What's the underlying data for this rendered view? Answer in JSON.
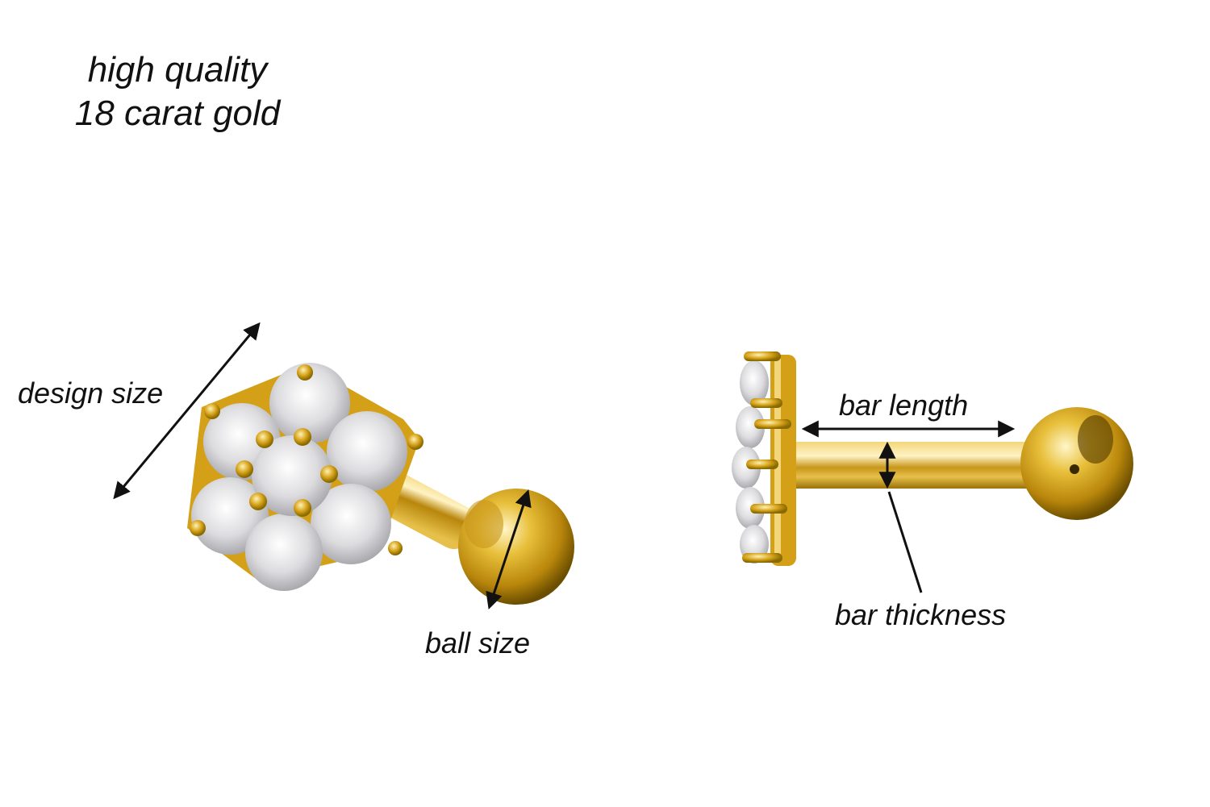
{
  "title": {
    "line1": "high quality",
    "line2": "18 carat gold"
  },
  "labels": {
    "design_size": "design size",
    "ball_size": "ball size",
    "bar_length": "bar length",
    "bar_thickness": "bar thickness"
  },
  "colors": {
    "gold": "#d4a017",
    "gold_dark": "#8a6a00",
    "gold_light": "#f7e08a",
    "stone": "#e8e8ea",
    "annotation": "#111111"
  }
}
